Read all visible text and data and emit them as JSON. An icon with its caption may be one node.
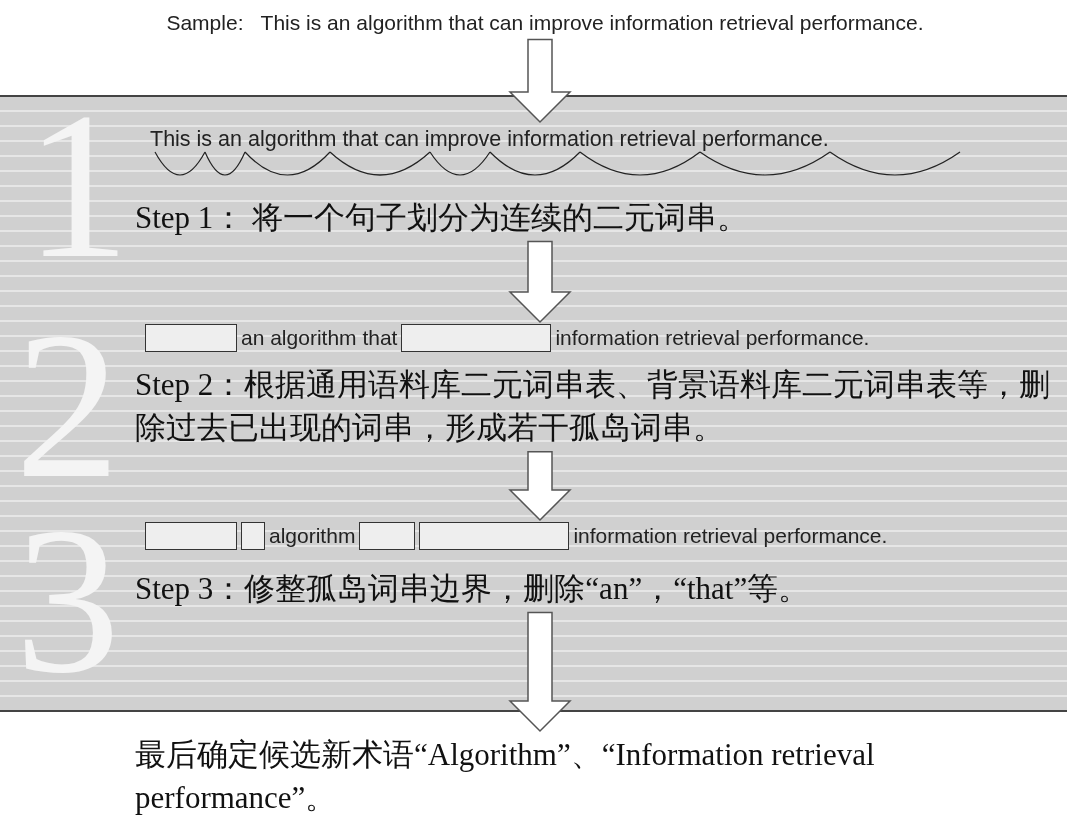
{
  "diagram": {
    "nodes": [
      {
        "text": [
          "Sample:   This is an algorithm that can improve information retrieval performance."
        ]
      },
      {
        "text": [
          "This is an algorithm that can improve information retrieval performance."
        ]
      },
      {
        "text": [
          "Step 1： 将一个句子划分为连续的二元词串。"
        ]
      },
      {
        "text": [
          "an algorithm that",
          "information retrieval performance."
        ]
      },
      {
        "text": [
          "Step 2：根据通用语料库二元词串表、背景语料库二元词串表等，删除过去已出现的词串，形成若干孤岛词串。"
        ]
      },
      {
        "text": [
          "algorithm",
          "information retrieval performance."
        ]
      },
      {
        "text": [
          "Step 3：修整孤岛词串边界，删除“an”，“that”等。"
        ]
      },
      {
        "text": [
          "最后确定候选新术语“Algorithm”、“Information retrieval performance”。"
        ]
      }
    ],
    "edges": [
      {
        "from": 0,
        "to": 1,
        "arrow": "to"
      },
      {
        "from": 2,
        "to": 3,
        "arrow": "to"
      },
      {
        "from": 4,
        "to": 5,
        "arrow": "to"
      },
      {
        "from": 6,
        "to": 7,
        "arrow": "to"
      }
    ],
    "labels": [
      "1",
      "2",
      "3"
    ]
  }
}
